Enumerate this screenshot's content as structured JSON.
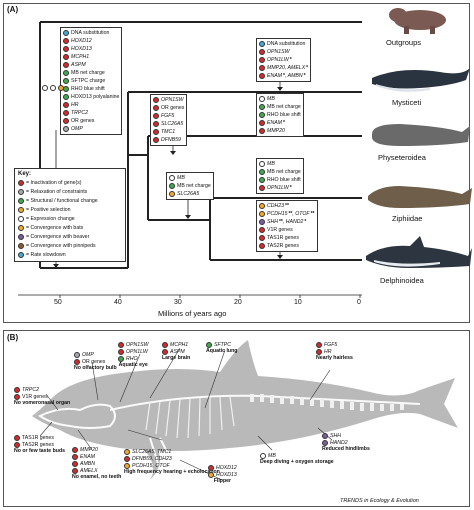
{
  "colors": {
    "red": "#d42a2a",
    "gray": "#a7a9ac",
    "green": "#3faa4a",
    "orange": "#f7a823",
    "white": "#ffffff",
    "purple": "#7b5aa6",
    "brown": "#8a5a2b",
    "blue": "#3fa9d6"
  },
  "panel_a": {
    "label": "(A)",
    "clades": [
      "Outgroups",
      "Mysticeti",
      "Physeteroidea",
      "Ziphiidae",
      "Delphinoidea"
    ],
    "axis_ticks": [
      "50",
      "40",
      "30",
      "20",
      "10",
      "0"
    ],
    "axis_title": "Millions of years ago",
    "boxes": {
      "stem": [
        {
          "c": "blue",
          "t": "DNA substitution",
          "n": true
        },
        {
          "c": "red",
          "t": "HOXD12"
        },
        {
          "c": "red",
          "t": "HOXD13"
        },
        {
          "c": "red",
          "t": "MCPH1"
        },
        {
          "c": "red",
          "t": "ASPM"
        },
        {
          "c": "green",
          "t": "MB net charge",
          "n": true
        },
        {
          "c": "green",
          "t": "SFTPC charge",
          "n": true
        },
        {
          "c": "green",
          "t": "RHO blue shift",
          "n": true
        },
        {
          "c": "green",
          "t": "HOXD13 polyalanine",
          "n": true
        },
        {
          "c": "red",
          "t": "HR"
        },
        {
          "c": "red",
          "t": "TRPC2"
        },
        {
          "c": "red",
          "t": "OR genes",
          "n": true
        },
        {
          "c": "gray",
          "t": "OMP"
        }
      ],
      "odontoceti": [
        {
          "c": "red",
          "t": "OPN1SW"
        },
        {
          "c": "red",
          "t": "OR genes",
          "n": true
        },
        {
          "c": "red",
          "t": "FGF5"
        },
        {
          "c": "red",
          "t": "SLC26A5"
        },
        {
          "c": "red",
          "t": "TMC1"
        },
        {
          "c": "red",
          "t": "DFNB59"
        }
      ],
      "mysticeti": [
        {
          "c": "blue",
          "t": "DNA substitution",
          "n": true
        },
        {
          "c": "red",
          "t": "OPN1SW"
        },
        {
          "c": "red",
          "t": "OPN1LW",
          "s": "*"
        },
        {
          "c": "red",
          "t": "MMP20, AMELX",
          "s": "*"
        },
        {
          "c": "red",
          "t": "ENAM",
          "s": "*",
          "t2": ", AMBN",
          "s2": "*"
        }
      ],
      "physeteroidea": [
        {
          "c": "white",
          "t": "MB"
        },
        {
          "c": "green",
          "t": "MB net charge",
          "n": true
        },
        {
          "c": "green",
          "t": "RHO blue shift",
          "n": true
        },
        {
          "c": "red",
          "t": "ENAM",
          "s": "*"
        },
        {
          "c": "red",
          "t": "MMP20"
        }
      ],
      "delphinida": [
        {
          "c": "white",
          "t": "MB"
        },
        {
          "c": "green",
          "t": "MB net charge",
          "n": true
        },
        {
          "c": "orange",
          "t": "SLC26A5"
        }
      ],
      "ziphiidae": [
        {
          "c": "white",
          "t": "MB"
        },
        {
          "c": "green",
          "t": "MB net charge",
          "n": true
        },
        {
          "c": "green",
          "t": "RHO blue shift",
          "n": true
        },
        {
          "c": "red",
          "t": "OPN1LW",
          "s": "*"
        }
      ],
      "delphinoidea": [
        {
          "c": "orange",
          "t": "CDH23",
          "s": "**"
        },
        {
          "c": "orange",
          "t": "PCDH15",
          "s": "**",
          "t2": ", OTOF",
          "s2": "**"
        },
        {
          "c": "purple",
          "t": "SHH",
          "s": "**",
          "t2": ", HAND2",
          "s2": "*"
        },
        {
          "c": "red",
          "t": "V1R genes",
          "n": true
        },
        {
          "c": "red",
          "t": "TAS1R genes",
          "n": true
        },
        {
          "c": "red",
          "t": "TAS2R genes",
          "n": true
        }
      ]
    },
    "key": {
      "title": "Key:",
      "items": [
        {
          "c": "red",
          "t": "= Inactivation of gene(s)"
        },
        {
          "c": "gray",
          "t": "= Relaxation of constraints"
        },
        {
          "c": "green",
          "t": "= Structural / functional change"
        },
        {
          "c": "orange",
          "t": "= Positive selection"
        },
        {
          "c": "white",
          "t": "= Expression change"
        },
        {
          "c": "orange",
          "t": "= Convergence with bats"
        },
        {
          "c": "purple",
          "t": "= Convergence with beaver"
        },
        {
          "c": "brown",
          "t": "= Convergence with pinnipeds"
        },
        {
          "c": "blue",
          "t": "= Rate slowdown"
        }
      ]
    }
  },
  "panel_b": {
    "label": "(B)",
    "groups": {
      "olfactory": {
        "genes": [
          {
            "c": "gray",
            "t": "OMP"
          },
          {
            "c": "red",
            "t": "OR genes",
            "n": true
          }
        ],
        "caption": "No olfactory bulb"
      },
      "eye": {
        "genes": [
          {
            "c": "red",
            "t": "OPN1SW"
          },
          {
            "c": "red",
            "t": "OPN1LW"
          },
          {
            "c": "green",
            "t": "RHO"
          }
        ],
        "caption": "Aquatic eye"
      },
      "brain": {
        "genes": [
          {
            "c": "red",
            "t": "MCPH1"
          },
          {
            "c": "red",
            "t": "ASPM"
          }
        ],
        "caption": "Large brain"
      },
      "lung": {
        "genes": [
          {
            "c": "green",
            "t": "SFTPC"
          }
        ],
        "caption": "Aquatic lung"
      },
      "hair": {
        "genes": [
          {
            "c": "red",
            "t": "FGF5"
          },
          {
            "c": "red",
            "t": "HR"
          }
        ],
        "caption": "Nearly hairless"
      },
      "vomeronasal": {
        "genes": [
          {
            "c": "red",
            "t": "TRPC2"
          },
          {
            "c": "red",
            "t": "V1R genes",
            "n": true
          }
        ],
        "caption": "No vomeronasal organ"
      },
      "taste": {
        "genes": [
          {
            "c": "red",
            "t": "TAS1R genes",
            "n": true
          },
          {
            "c": "red",
            "t": "TAS2R genes",
            "n": true
          }
        ],
        "caption": "No or few taste buds"
      },
      "teeth": {
        "genes": [
          {
            "c": "red",
            "t": "MMP20"
          },
          {
            "c": "red",
            "t": "ENAM"
          },
          {
            "c": "red",
            "t": "AMBN"
          },
          {
            "c": "red",
            "t": "AMELX"
          }
        ],
        "caption": "No enamel, no teeth"
      },
      "hearing": {
        "genes": [
          {
            "c": "orange",
            "t": "SLC26A5, TMC1"
          },
          {
            "c": "red",
            "t": "DFNB59, CDH23"
          },
          {
            "c": "orange",
            "t": "PCDH15, OTOF"
          }
        ],
        "caption": "High frequency hearing + echolocation"
      },
      "flipper": {
        "genes": [
          {
            "c": "red",
            "t": "HOXD12"
          },
          {
            "c": "orange",
            "t": "HOXD13"
          }
        ],
        "caption": "Flipper"
      },
      "diving": {
        "genes": [
          {
            "c": "white",
            "t": "MB"
          }
        ],
        "caption": "Deep diving + oxygen storage"
      },
      "hindlimbs": {
        "genes": [
          {
            "c": "purple",
            "t": "SHH"
          },
          {
            "c": "purple",
            "t": "HAND2"
          }
        ],
        "caption": "Reduced hindlimbs"
      }
    },
    "credit": "TRENDS in Ecology & Evolution"
  }
}
